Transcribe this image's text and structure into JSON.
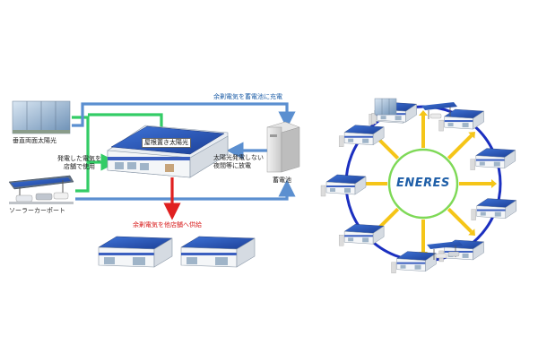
{
  "left_diagram": {
    "labels": {
      "vertical_bifacial_solar": "垂直両面太陽光",
      "solar_carport": "ソーラーカーポート",
      "generated_power_used": "発電した電気を\n店舗で使用",
      "rooftop_solar": "屋根置き太陽光",
      "surplus_to_battery": "余剰電気を蓄電池に充電",
      "night_discharge": "太陽光発電しない\n夜間等に放電",
      "battery": "蓄電池",
      "surplus_to_other_stores": "余剰電気を他店舗へ供給"
    }
  },
  "right_diagram": {
    "center_logo_text": "ENERES",
    "store_count": 10
  },
  "colors": {
    "green_flow": "#33cc66",
    "blue_flow": "#5b8fd0",
    "red_flow": "#e02020",
    "ring_blue": "#1b2fc0",
    "inner_green": "#7ed957",
    "arrow_yellow": "#f5c518",
    "solar_panel": "#2a5cc4"
  }
}
